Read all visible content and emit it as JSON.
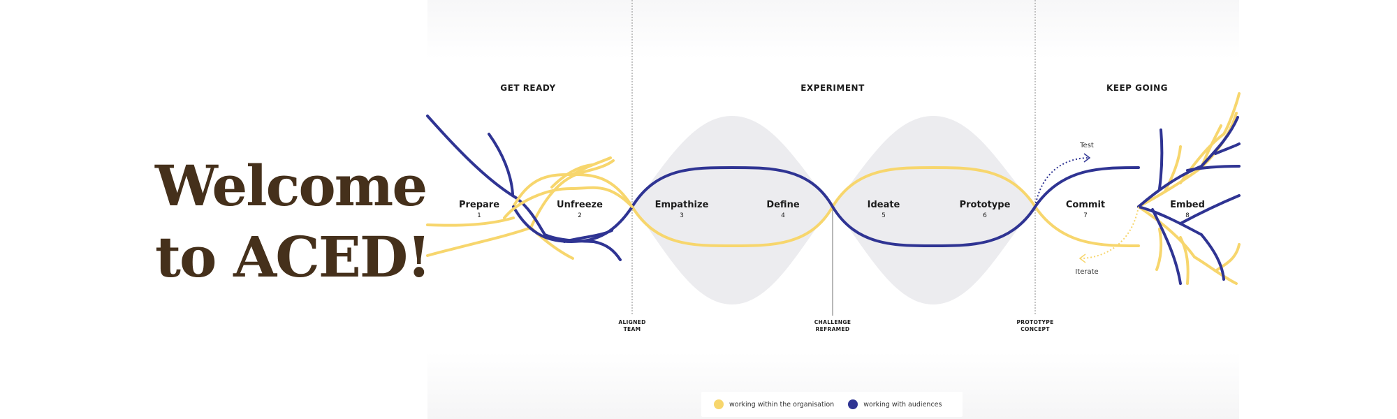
{
  "welcome": {
    "line1": "Welcome",
    "line2": "to ACED!"
  },
  "colors": {
    "yellow": "#f7d66d",
    "navy": "#2f3493",
    "bubble": "#ececef",
    "title": "#45301b"
  },
  "phases": [
    {
      "title": "GET READY"
    },
    {
      "title": "EXPERIMENT"
    },
    {
      "title": "KEEP GOING"
    }
  ],
  "stages": [
    {
      "name": "Prepare",
      "number": "1"
    },
    {
      "name": "Unfreeze",
      "number": "2"
    },
    {
      "name": "Empathize",
      "number": "3"
    },
    {
      "name": "Define",
      "number": "4"
    },
    {
      "name": "Ideate",
      "number": "5"
    },
    {
      "name": "Prototype",
      "number": "6"
    },
    {
      "name": "Commit",
      "number": "7"
    },
    {
      "name": "Embed",
      "number": "8"
    }
  ],
  "milestones": [
    {
      "line1": "ALIGNED",
      "line2": "TEAM"
    },
    {
      "line1": "CHALLENGE",
      "line2": "REFRAMED"
    },
    {
      "line1": "PROTOTYPE",
      "line2": "CONCEPT"
    }
  ],
  "loop": {
    "top": "Test",
    "bottom": "Iterate"
  },
  "legend": [
    {
      "label": "working within the organisation",
      "color": "#f7d66d"
    },
    {
      "label": "working with audiences",
      "color": "#2f3493"
    }
  ]
}
